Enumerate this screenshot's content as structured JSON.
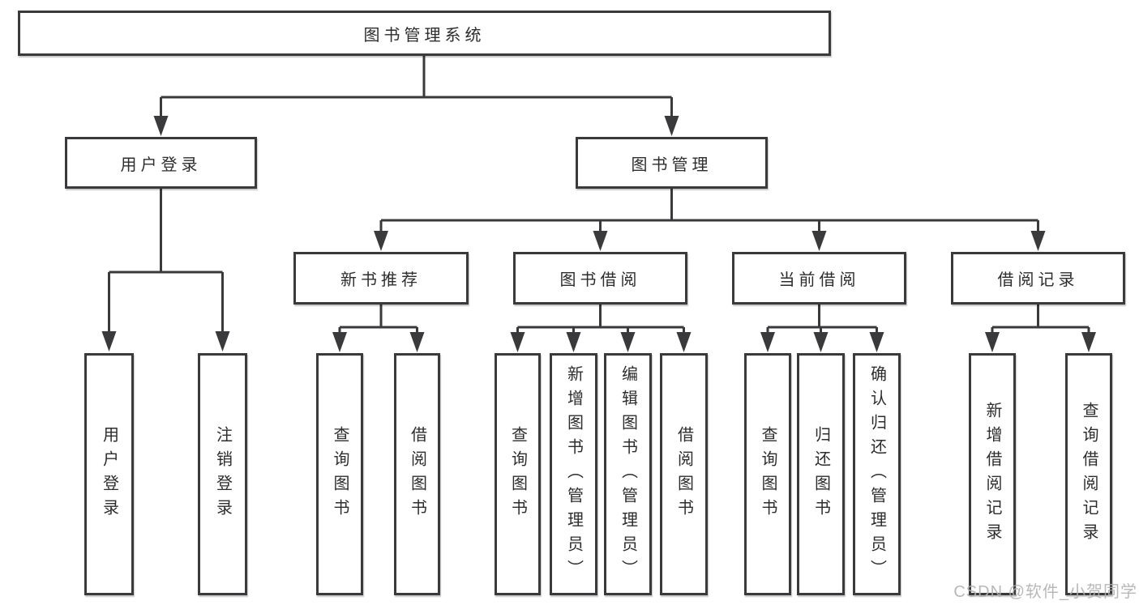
{
  "root": {
    "label": "图书管理系统"
  },
  "branches": {
    "user_login": {
      "label": "用户登录",
      "children": [
        "用户登录",
        "注销登录"
      ]
    },
    "book_management": {
      "label": "图书管理"
    }
  },
  "modules": [
    {
      "label": "新书推荐",
      "children": [
        "查询图书",
        "借阅图书"
      ]
    },
    {
      "label": "图书借阅",
      "children": [
        "查询图书",
        "新增图书（管理员）",
        "编辑图书（管理员）",
        "借阅图书"
      ]
    },
    {
      "label": "当前借阅",
      "children": [
        "查询图书",
        "归还图书",
        "确认归还（管理员）"
      ]
    },
    {
      "label": "借阅记录",
      "children": [
        "新增借阅记录",
        "查询借阅记录"
      ]
    }
  ],
  "watermark": "CSDN @软件_小贺同学",
  "colors": {
    "line": "#3a3a3c",
    "border": "#3a3a3c",
    "text": "#2d2d2d",
    "watermark": "#b1b1b1",
    "background": "#ffffff"
  }
}
